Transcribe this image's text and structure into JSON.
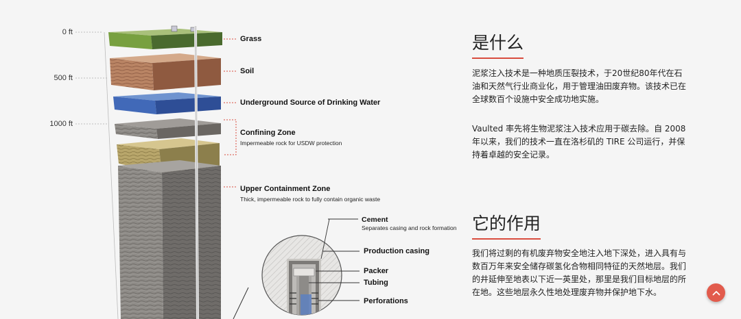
{
  "depths": [
    "0 ft",
    "500 ft",
    "1000 ft"
  ],
  "layers": {
    "grass": "Grass",
    "soil": "Soil",
    "usdw": "Underground Source of Drinking Water",
    "confining": "Confining Zone",
    "confining_desc": "Impermeable rock for USDW protection",
    "upper": "Upper Containment Zone",
    "upper_desc": "Thick, impermeable rock to fully contain organic waste"
  },
  "well": {
    "cement": "Cement",
    "cement_desc": "Separates casing and rock formation",
    "production_casing": "Production casing",
    "packer": "Packer",
    "tubing": "Tubing",
    "perforations": "Perforations"
  },
  "sections": [
    {
      "title": "是什么",
      "paragraphs": [
        "泥浆注入技术是一种地质压裂技术，于20世纪80年代在石油和天然气行业商业化，用于管理油田废弃物。该技术已在全球数百个设施中安全成功地实施。",
        "Vaulted 率先将生物泥浆注入技术应用于碳去除。自 2008 年以来，我们的技术一直在洛杉矶的 TIRE 公司运行，并保持着卓越的安全记录。"
      ]
    },
    {
      "title": "它的作用",
      "paragraphs": [
        "我们将过剩的有机废弃物安全地注入地下深处，进入具有与数百万年来安全储存碳氢化合物相同特征的天然地层。我们的井延伸至地表以下近一英里处，那里是我们目标地层的所在地。这些地层永久性地处理废弃物并保护地下水。"
      ]
    }
  ],
  "scroll_top_icon": "chevron-up-icon",
  "colors": {
    "accent": "#d94c3d",
    "fab": "#e25b4c"
  }
}
